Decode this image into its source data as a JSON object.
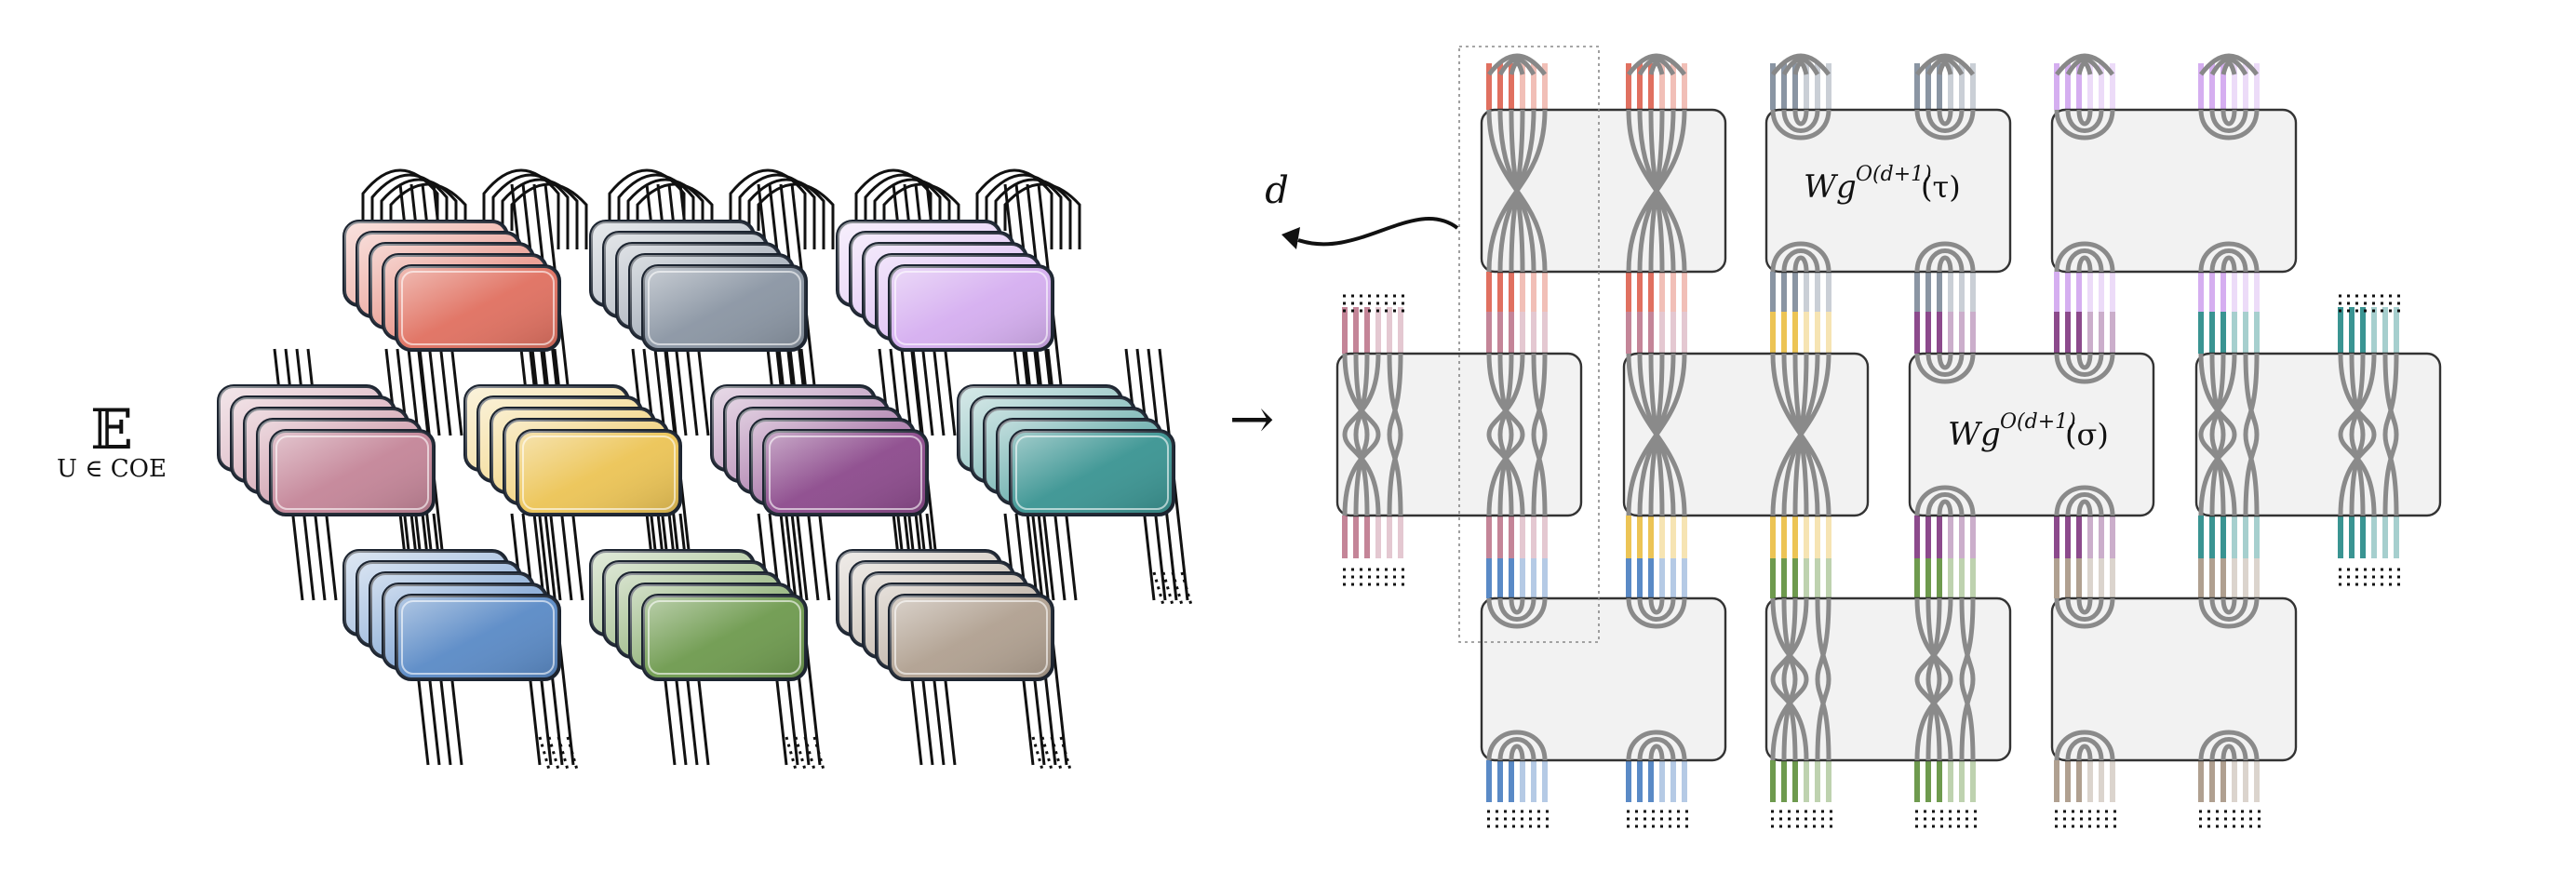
{
  "labels": {
    "expectation_symbol": "𝔼",
    "expectation_subscript": "U ∈ COE",
    "arrow": "→",
    "dimension_label": "d",
    "weingarten_tau": {
      "base": "Wg",
      "sup": "O(d+1)",
      "arg": "(τ)"
    },
    "weingarten_sigma": {
      "base": "Wg",
      "sup": "O(d+1)",
      "arg": "(σ)"
    }
  },
  "colors": {
    "red": "#e07060",
    "slate": "#8a95a3",
    "violet": "#d5aef0",
    "mauve": "#c48598",
    "gold": "#ecc455",
    "plum": "#8c4a8c",
    "teal": "#3a9492",
    "blue": "#5a8ac6",
    "green": "#6e9a4e",
    "taupe": "#b0a090",
    "box_fill": "#f2f2f2",
    "wire": "#8a8a8a"
  }
}
